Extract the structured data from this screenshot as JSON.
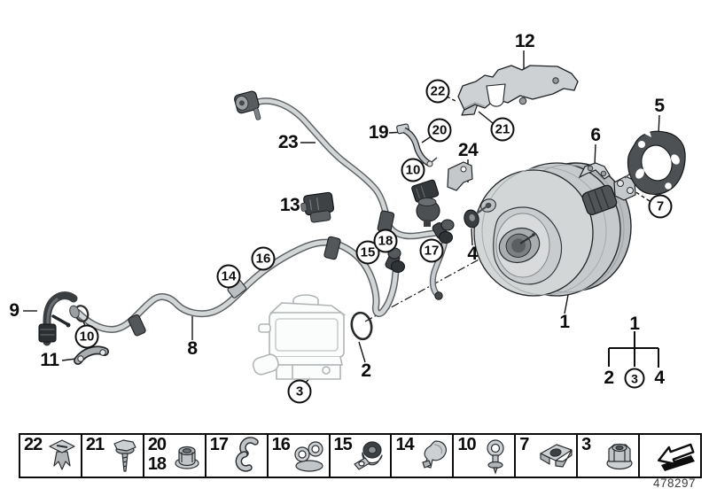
{
  "drawing_number": "478297",
  "callouts": {
    "c12": "12",
    "c19": "19",
    "c23": "23",
    "c13": "13",
    "c24": "24",
    "c5": "5",
    "c6": "6",
    "c4": "4",
    "c9": "9",
    "c11": "11",
    "c8": "8",
    "c2": "2",
    "c1": "1",
    "c22": "22",
    "c21": "21",
    "c20": "20",
    "c10a": "10",
    "c7": "7",
    "c16": "16",
    "c14": "14",
    "c15": "15",
    "c18": "18",
    "c17": "17",
    "c10b": "10",
    "c3": "3"
  },
  "legend": {
    "parent": "1",
    "child_left": "2",
    "child_center": "3",
    "child_right": "4"
  },
  "fasteners": [
    {
      "labels": [
        "22"
      ],
      "icon": "expanding-rivet"
    },
    {
      "labels": [
        "21"
      ],
      "icon": "hex-bolt"
    },
    {
      "labels": [
        "20",
        "18"
      ],
      "icon": "flange-nut"
    },
    {
      "labels": [
        "17"
      ],
      "icon": "spring-clip"
    },
    {
      "labels": [
        "16"
      ],
      "icon": "double-pipe-clamp"
    },
    {
      "labels": [
        "15"
      ],
      "icon": "grommet-clamp"
    },
    {
      "labels": [
        "14"
      ],
      "icon": "retaining-clip"
    },
    {
      "labels": [
        "10"
      ],
      "icon": "pipe-clip"
    },
    {
      "labels": [
        "7"
      ],
      "icon": "cage-nut"
    },
    {
      "labels": [
        "3"
      ],
      "icon": "hex-flange-nut"
    },
    {
      "labels": [],
      "icon": "direction-arrow"
    }
  ],
  "colors": {
    "line": "#1a1a1a",
    "metal_light": "#d4d7d8",
    "metal_mid": "#c2c5c7",
    "metal_dark": "#4a4e51",
    "ghost": "#b2b5b7"
  }
}
